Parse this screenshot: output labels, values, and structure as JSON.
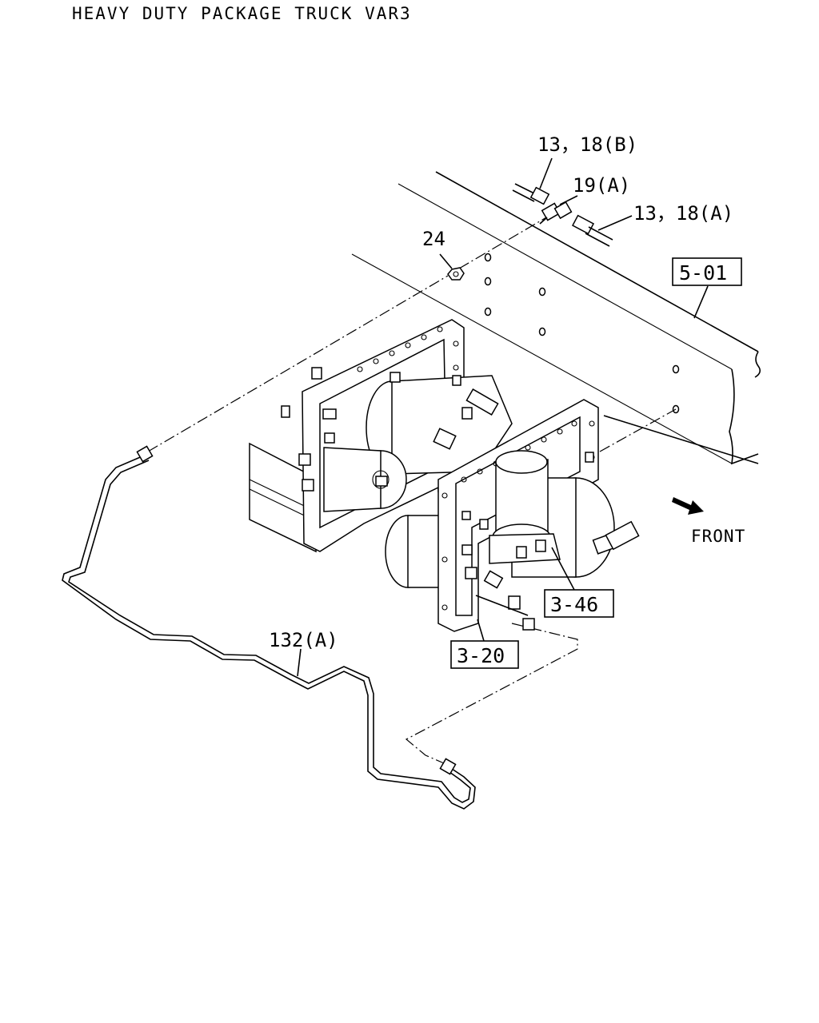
{
  "title": "HEAVY DUTY PACKAGE TRUCK VAR3",
  "callouts": {
    "part_13_18_b": "13，18(B)",
    "part_19_a": "19(A)",
    "part_13_18_a": "13，18(A)",
    "part_24": "24",
    "part_132_a": "132(A)"
  },
  "references": {
    "ref_5_01": "5-01",
    "ref_3_46": "3-46",
    "ref_3_20": "3-20"
  },
  "direction_label": "FRONT"
}
